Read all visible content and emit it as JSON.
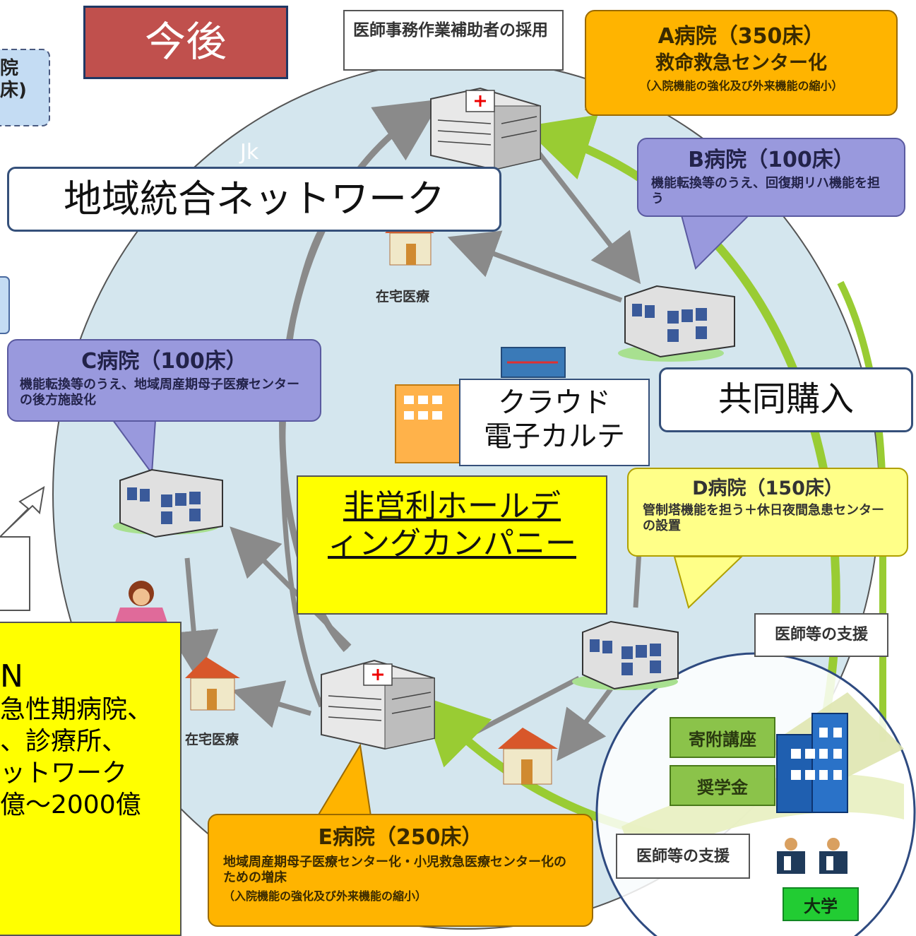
{
  "title": "今後",
  "top_note": "医師事務作業補助者の採用",
  "network_label": "地域統合ネットワーク",
  "jk_label": "Jk",
  "cloud_label": [
    "クラウド",
    "電子カルテ"
  ],
  "joint_purchase": "共同購入",
  "holding_company": [
    "非営利ホールデ",
    "ィングカンパニー"
  ],
  "home_care_label": "在宅医療",
  "doctor_support_label": "医師等の支援",
  "university": {
    "name": "大学",
    "endowed_chair": "寄附講座",
    "scholarship": "奨学金"
  },
  "hospitals": {
    "a": {
      "name": "A病院（350床）",
      "desc": "救命救急センター化",
      "note": "（入院機能の強化及び外来機能の縮小）"
    },
    "b": {
      "name": "B病院（100床）",
      "desc": "機能転換等のうえ、回復期リハ機能を担う"
    },
    "c": {
      "name": "C病院（100床）",
      "desc": "機能転換等のうえ、地域周産期母子医療センターの後方施設化"
    },
    "d": {
      "name": "D病院（150床）",
      "desc": "管制塔機能を担う＋休日夜間急患センターの設置"
    },
    "e": {
      "name": "E病院（250床）",
      "desc": "地域周産期母子医療センター化・小児救急医療センター化のための増床",
      "note": "（入院機能の強化及び外来機能の縮小）"
    }
  },
  "left_partial": {
    "top_box": [
      "院",
      "床)"
    ],
    "yellow_lines": [
      "N",
      "急性期病院、",
      "、診療所、",
      "ットワーク",
      "億～2000億"
    ]
  },
  "colors": {
    "circle_fill": "#d4e6ee",
    "arrow_gray": "#8a8a8a",
    "arrow_green": "#99cc33",
    "title_red": "#c0504d",
    "orange": "#ffb400",
    "lavender": "#9999dd",
    "yellow": "#ffff00"
  }
}
